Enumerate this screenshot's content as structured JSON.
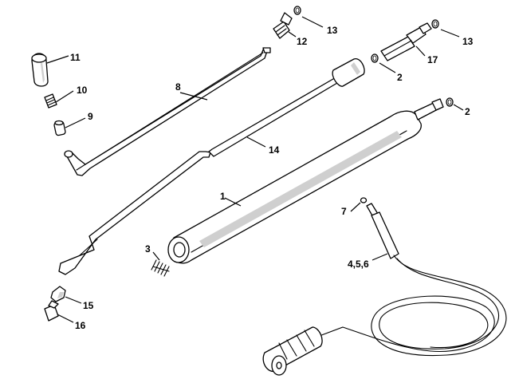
{
  "callouts": {
    "c13a": "13",
    "c13b": "13",
    "c12": "12",
    "c17": "17",
    "c11": "11",
    "c2a": "2",
    "c2b": "2",
    "c10": "10",
    "c8": "8",
    "c9": "9",
    "c14": "14",
    "c1": "1",
    "c7": "7",
    "c3": "3",
    "c456": "4,5,6",
    "c15": "15",
    "c16": "16"
  }
}
